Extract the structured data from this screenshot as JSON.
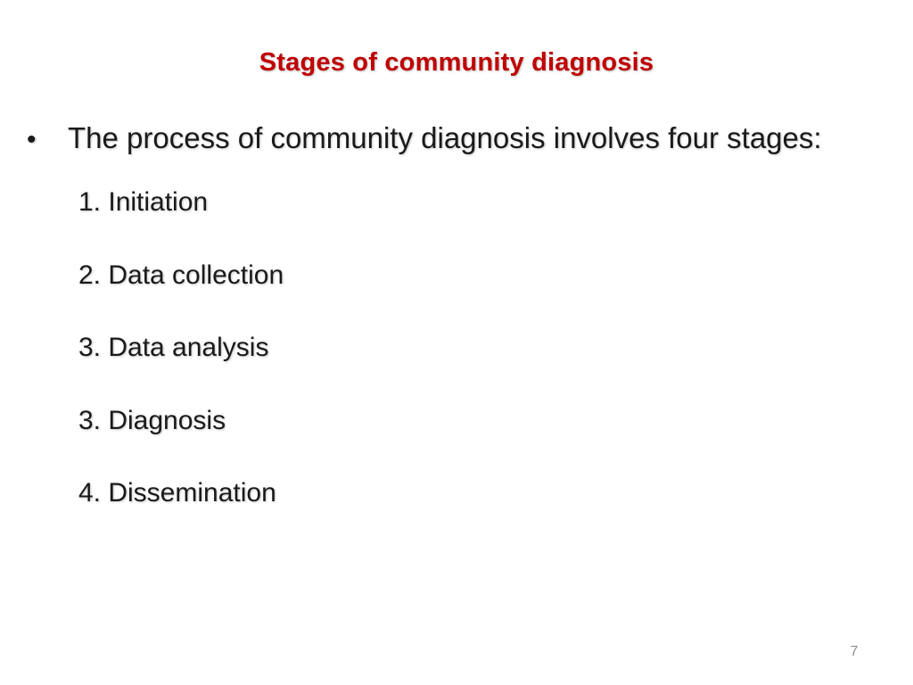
{
  "slide": {
    "title": "Stages of community diagnosis",
    "bullet_symbol": "•",
    "bullet_text": "The process of community diagnosis involves four stages:",
    "stages": [
      "1. Initiation",
      "2. Data collection",
      "3. Data analysis",
      "3. Diagnosis",
      "4. Dissemination"
    ],
    "page_number": "7"
  },
  "colors": {
    "title": "#c00000",
    "body_text": "#1a1a1a",
    "page_number": "#8c8c8c",
    "background": "#ffffff"
  }
}
